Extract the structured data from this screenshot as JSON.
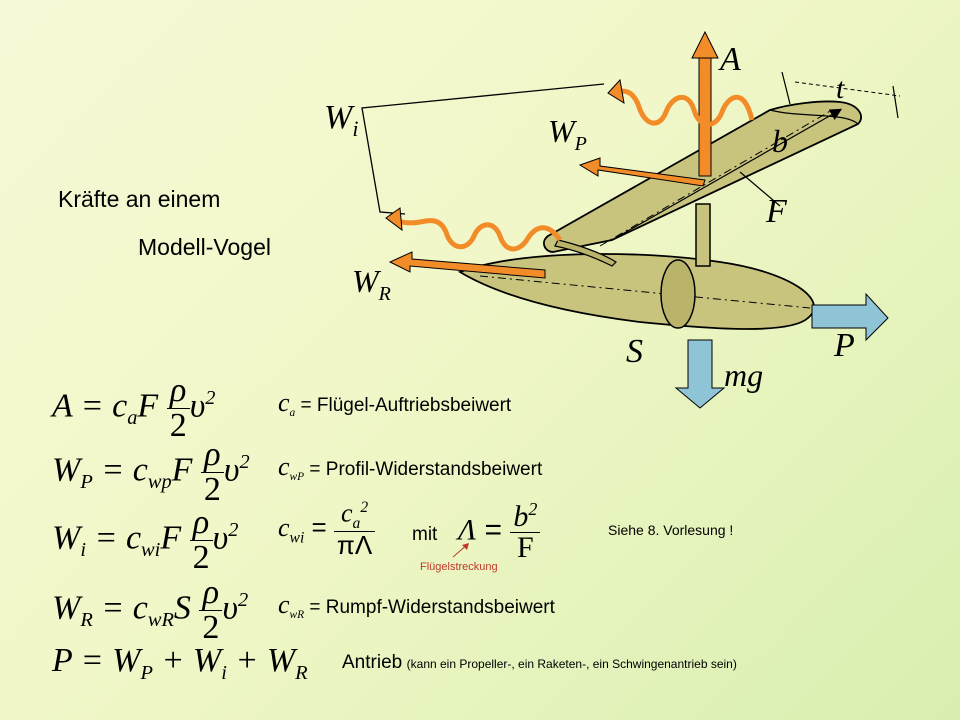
{
  "title": {
    "line1": "Kräfte an einem",
    "line2": "Modell-Vogel"
  },
  "diagram_labels": {
    "A": "A",
    "Wi": "Wi",
    "WP": "WP",
    "WR": "WR",
    "t": "t",
    "b": "b",
    "F": "F",
    "S": "S",
    "mg": "mg",
    "P": "P"
  },
  "equations": [
    {
      "lhs": "A",
      "coef": "c",
      "coef_sub": "a",
      "area": "F",
      "rho": "ρ",
      "two": "2",
      "v": "υ",
      "exp": "2",
      "rhs_sym": "c",
      "rhs_sub": "a",
      "desc": "Flügel-Auftriebsbeiwert"
    },
    {
      "lhs": "W",
      "lhs_sub": "P",
      "coef": "c",
      "coef_sub": "wp",
      "area": "F",
      "rho": "ρ",
      "two": "2",
      "v": "υ",
      "exp": "2",
      "rhs_sym": "c",
      "rhs_sub": "wP",
      "desc": "Profil-Widerstandsbeiwert"
    },
    {
      "lhs": "W",
      "lhs_sub": "i",
      "coef": "c",
      "coef_sub": "wi",
      "area": "F",
      "rho": "ρ",
      "two": "2",
      "v": "υ",
      "exp": "2",
      "rhs_sym": "c",
      "rhs_sub": "wi",
      "num_sym": "c",
      "num_sub": "a",
      "num_exp": "2",
      "den": "πΛ"
    },
    {
      "lhs": "W",
      "lhs_sub": "R",
      "coef": "c",
      "coef_sub": "wR",
      "area": "S",
      "rho": "ρ",
      "two": "2",
      "v": "υ",
      "exp": "2",
      "rhs_sym": "c",
      "rhs_sub": "wR",
      "desc": "Rumpf-Widerstandsbeiwert"
    },
    {
      "lhs": "P",
      "rhs": "W",
      "t1": "P",
      "t2": "i",
      "t3": "R",
      "desc": "Antrieb",
      "note": "(kann ein Propeller-, ein Raketen-, ein Schwingenantrieb sein)"
    }
  ],
  "mit": "mit",
  "lambda_eq": {
    "lhs": "Λ",
    "num": "b",
    "exp": "2",
    "den": "F"
  },
  "fluegelstreckung": "Flügelstreckung",
  "siehe": "Siehe 8. Vorlesung !",
  "colors": {
    "wing": "#c8c47e",
    "arrow_orange": "#f28c28",
    "arrow_blue": "#8fc4d6"
  }
}
